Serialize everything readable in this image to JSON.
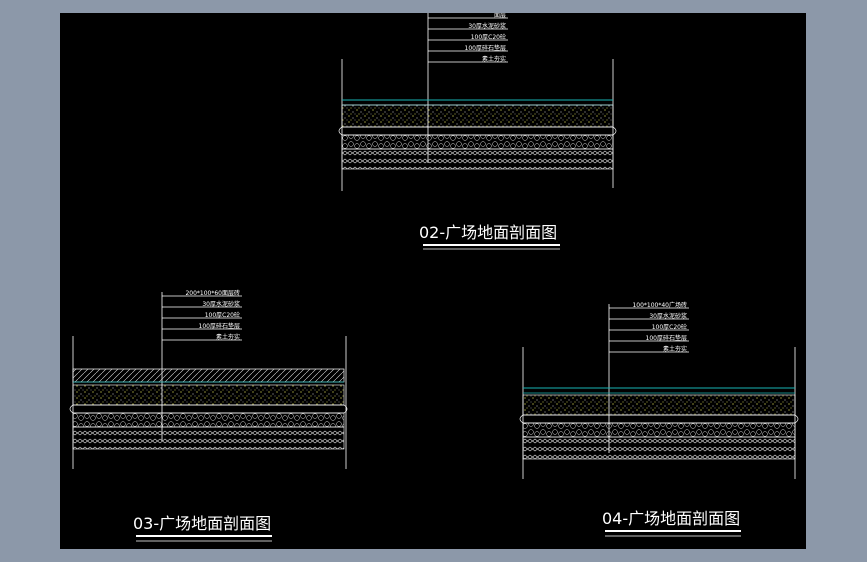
{
  "colors": {
    "background": "#000000",
    "frame": "#8c98a9",
    "lines": "#ffffff",
    "accent": "#19b3b3",
    "fill_dots": "#e8e85a"
  },
  "sections": [
    {
      "id": "02",
      "title": "02-广场地面剖面图",
      "layers": [
        "面层",
        "30厚水泥砂浆",
        "100厚C20砼",
        "100厚碎石垫层",
        "素土夯实"
      ]
    },
    {
      "id": "03",
      "title": "03-广场地面剖面图",
      "layers": [
        "200*100*60面层砖",
        "30厚水泥砂浆",
        "100厚C20砼",
        "100厚碎石垫层",
        "素土夯实"
      ]
    },
    {
      "id": "04",
      "title": "04-广场地面剖面图",
      "layers": [
        "100*100*40广场砖",
        "30厚水泥砂浆",
        "100厚C20砼",
        "100厚碎石垫层",
        "素土夯实"
      ]
    }
  ]
}
